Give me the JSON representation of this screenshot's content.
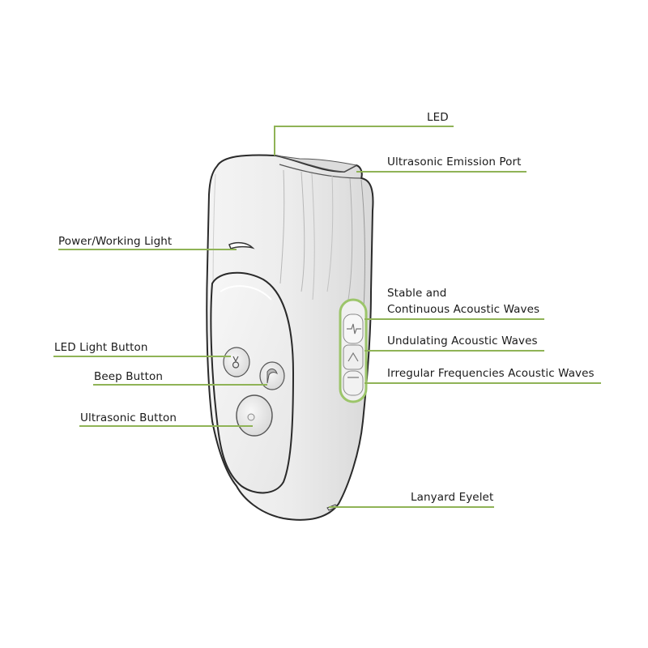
{
  "diagram": {
    "subject": "handheld ultrasonic device",
    "callout_line_color": "#8fb356",
    "accent_green": "#9cc56a",
    "body_fill": "#eeeeee",
    "outline_color": "#2a2a2a"
  },
  "callouts": {
    "led": {
      "label": "LED"
    },
    "emission_port": {
      "label": "Ultrasonic Emission Port"
    },
    "power_light": {
      "label": "Power/Working Light"
    },
    "stable_waves": {
      "label_line1": "Stable and",
      "label_line2": "Continuous Acoustic Waves"
    },
    "undulating_waves": {
      "label": "Undulating Acoustic Waves"
    },
    "irregular_waves": {
      "label": "Irregular Frequencies Acoustic Waves"
    },
    "led_button": {
      "label": "LED Light Button"
    },
    "beep_button": {
      "label": "Beep Button"
    },
    "ultrasonic_button": {
      "label": "Ultrasonic Button"
    },
    "lanyard_eyelet": {
      "label": "Lanyard Eyelet"
    }
  }
}
